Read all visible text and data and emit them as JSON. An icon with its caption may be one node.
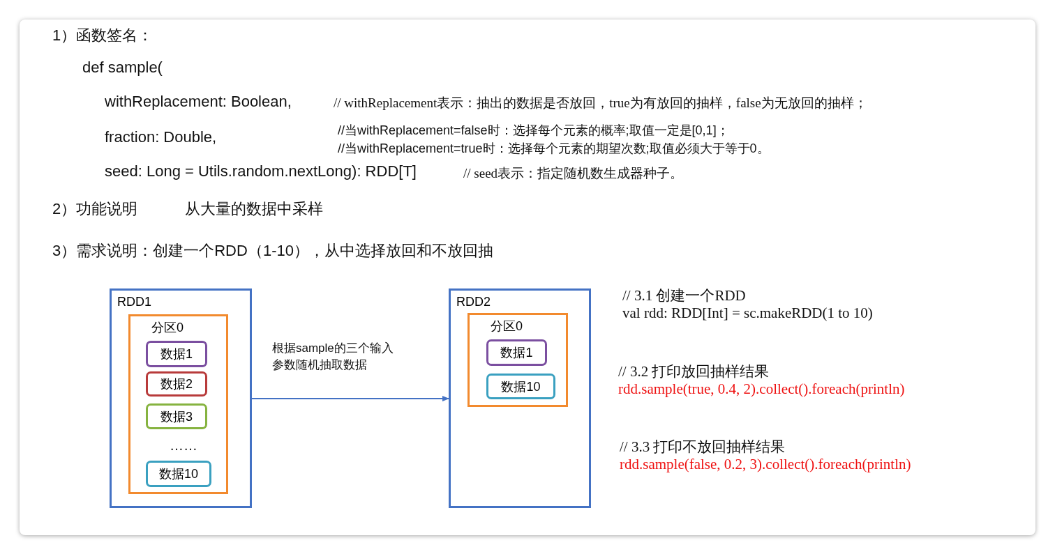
{
  "diagram": {
    "nodes": [
      {
        "text": [
          "RDD1"
        ]
      },
      {
        "text": [
          "分区0"
        ],
        "in": 0
      },
      {
        "text": [
          "数据1"
        ],
        "in": 1
      },
      {
        "text": [
          "数据2"
        ],
        "in": 1
      },
      {
        "text": [
          "数据3"
        ],
        "in": 1
      },
      {
        "text": [
          "数据10"
        ],
        "in": 1
      },
      {
        "text": [
          "RDD2"
        ]
      },
      {
        "text": [
          "分区0"
        ],
        "in": 6
      },
      {
        "text": [
          "数据1"
        ],
        "in": 7
      },
      {
        "text": [
          "数据10"
        ],
        "in": 7
      }
    ],
    "edges": [
      {
        "from": 0,
        "to": 6,
        "arrow": "to",
        "label": "根据sample的三个输入参数随机抽取数据"
      }
    ],
    "labels": [
      "1）函数签名：",
      "def sample(",
      "withReplacement: Boolean,",
      "// withReplacement表示：抽出的数据是否放回，true为有放回的抽样，false为无放回的抽样；",
      "fraction: Double,",
      "//当withReplacement=false时：选择每个元素的概率;取值一定是[0,1]；",
      "//当withReplacement=true时：选择每个元素的期望次数;取值必须大于等于0。",
      "seed: Long = Utils.random.nextLong): RDD[T]",
      "// seed表示：指定随机数生成器种子。",
      "2）功能说明",
      "从大量的数据中采样",
      "3）需求说明：创建一个RDD（1-10），从中选择放回和不放回抽",
      "……",
      "// 3.1 创建一个RDD",
      "val rdd: RDD[Int] = sc.makeRDD(1 to 10)",
      "// 3.2 打印放回抽样结果",
      "rdd.sample(true, 0.4, 2).collect().foreach(println)",
      "// 3.3 打印不放回抽样结果",
      "rdd.sample(false, 0.2, 3).collect().foreach(println)"
    ]
  }
}
